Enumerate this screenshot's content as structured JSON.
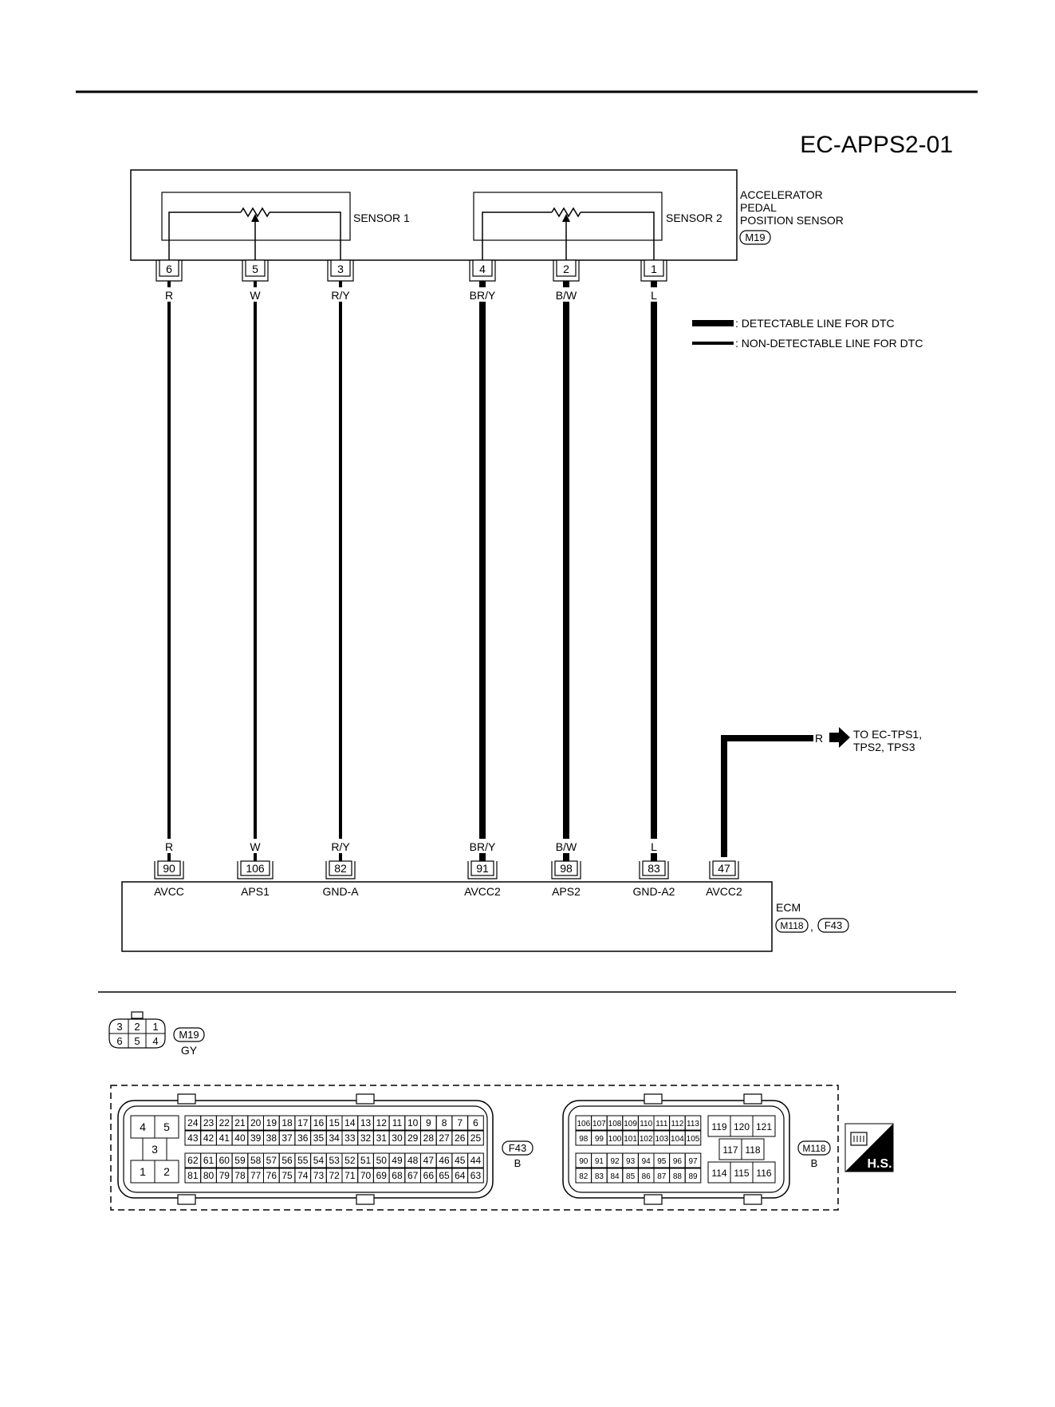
{
  "diagram_id": "EC-APPS2-01",
  "sensor": {
    "title_lines": [
      "ACCELERATOR",
      "PEDAL",
      "POSITION SENSOR"
    ],
    "connector": "M19",
    "sensor1_label": "SENSOR 1",
    "sensor2_label": "SENSOR 2"
  },
  "legend": {
    "detectable": ": DETECTABLE LINE FOR DTC",
    "non_detectable": ": NON-DETECTABLE LINE FOR DTC"
  },
  "wires": [
    {
      "sensor_pin": "6",
      "color": "R",
      "ecm_pin": "90",
      "ecm_label": "AVCC",
      "detectable": false
    },
    {
      "sensor_pin": "5",
      "color": "W",
      "ecm_pin": "106",
      "ecm_label": "APS1",
      "detectable": false
    },
    {
      "sensor_pin": "3",
      "color": "R/Y",
      "ecm_pin": "82",
      "ecm_label": "GND-A",
      "detectable": false
    },
    {
      "sensor_pin": "4",
      "color": "BR/Y",
      "ecm_pin": "91",
      "ecm_label": "AVCC2",
      "detectable": true
    },
    {
      "sensor_pin": "2",
      "color": "B/W",
      "ecm_pin": "98",
      "ecm_label": "APS2",
      "detectable": true
    },
    {
      "sensor_pin": "1",
      "color": "L",
      "ecm_pin": "83",
      "ecm_label": "GND-A2",
      "detectable": true
    }
  ],
  "branch": {
    "color": "R",
    "ecm_pin": "47",
    "ecm_label": "AVCC2",
    "to_lines": [
      "TO EC-TPS1,",
      "TPS2, TPS3"
    ]
  },
  "ecm": {
    "label": "ECM",
    "connector1": "M118",
    "separator": ",",
    "connector2": "F43"
  },
  "m19_view": {
    "connector": "M19",
    "color": "GY",
    "top_row": [
      "3",
      "2",
      "1"
    ],
    "bottom_row": [
      "6",
      "5",
      "4"
    ]
  },
  "f43_view": {
    "connector": "F43",
    "color": "B",
    "left_pins": [
      "4",
      "5",
      "3",
      "1",
      "2"
    ],
    "row1": [
      "24",
      "23",
      "22",
      "21",
      "20",
      "19",
      "18",
      "17",
      "16",
      "15",
      "14",
      "13",
      "12",
      "11",
      "10",
      "9",
      "8",
      "7",
      "6"
    ],
    "row2": [
      "43",
      "42",
      "41",
      "40",
      "39",
      "38",
      "37",
      "36",
      "35",
      "34",
      "33",
      "32",
      "31",
      "30",
      "29",
      "28",
      "27",
      "26",
      "25"
    ],
    "row3": [
      "62",
      "61",
      "60",
      "59",
      "58",
      "57",
      "56",
      "55",
      "54",
      "53",
      "52",
      "51",
      "50",
      "49",
      "48",
      "47",
      "46",
      "45",
      "44"
    ],
    "row4": [
      "81",
      "80",
      "79",
      "78",
      "77",
      "76",
      "75",
      "74",
      "73",
      "72",
      "71",
      "70",
      "69",
      "68",
      "67",
      "66",
      "65",
      "64",
      "63"
    ]
  },
  "m118_view": {
    "connector": "M118",
    "color": "B",
    "row1": [
      "106",
      "107",
      "108",
      "109",
      "110",
      "111",
      "112",
      "113"
    ],
    "row2": [
      "98",
      "99",
      "100",
      "101",
      "102",
      "103",
      "104",
      "105"
    ],
    "row3": [
      "90",
      "91",
      "92",
      "93",
      "94",
      "95",
      "96",
      "97"
    ],
    "row4": [
      "82",
      "83",
      "84",
      "85",
      "86",
      "87",
      "88",
      "89"
    ],
    "right_top": [
      "119",
      "120",
      "121"
    ],
    "right_mid": [
      "117",
      "118"
    ],
    "right_bottom": [
      "114",
      "115",
      "116"
    ]
  },
  "hs_badge": "H.S."
}
